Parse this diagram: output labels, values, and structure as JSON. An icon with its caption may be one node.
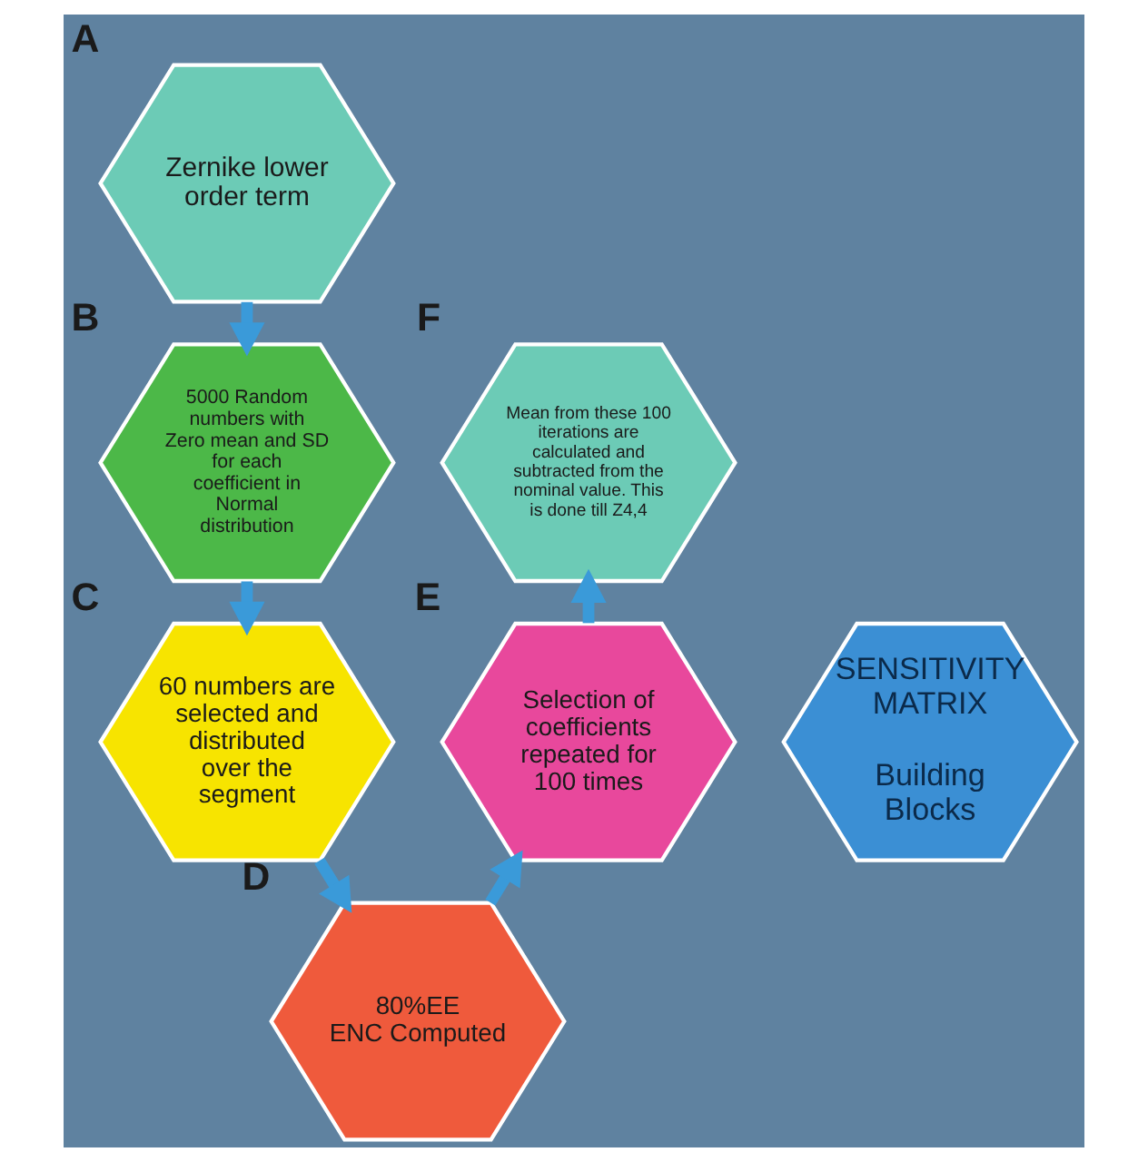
{
  "diagram": {
    "nodes": [
      {
        "text": [
          "SENSITIVITY MATRIX",
          "Building Blocks"
        ]
      },
      {
        "text": [
          "Zernike lower order term"
        ],
        "beside": [
          "A"
        ]
      },
      {
        "text": [
          "5000 Random numbers with Zero mean and SD  for each coefficient in Normal distribution"
        ],
        "beside": [
          "B"
        ]
      },
      {
        "text": [
          "60 numbers are selected and distributed over the segment"
        ],
        "beside": [
          "C"
        ]
      },
      {
        "text": [
          "80%EE",
          "ENC Computed"
        ],
        "beside": [
          "D"
        ]
      },
      {
        "text": [
          "Selection of coefficients repeated for 100 times"
        ],
        "beside": [
          "E"
        ]
      },
      {
        "text": [
          "Mean from these 100 iterations are calculated and subtracted from the nominal value. This is done till Z4,4"
        ],
        "beside": [
          "F"
        ]
      }
    ],
    "edges": [
      {
        "from": 1,
        "to": 2,
        "arrow": "to"
      },
      {
        "from": 2,
        "to": 3,
        "arrow": "to"
      },
      {
        "from": 3,
        "to": 4,
        "arrow": "to"
      },
      {
        "from": 4,
        "to": 5,
        "arrow": "to"
      },
      {
        "from": 5,
        "to": 6,
        "arrow": "to"
      }
    ]
  }
}
